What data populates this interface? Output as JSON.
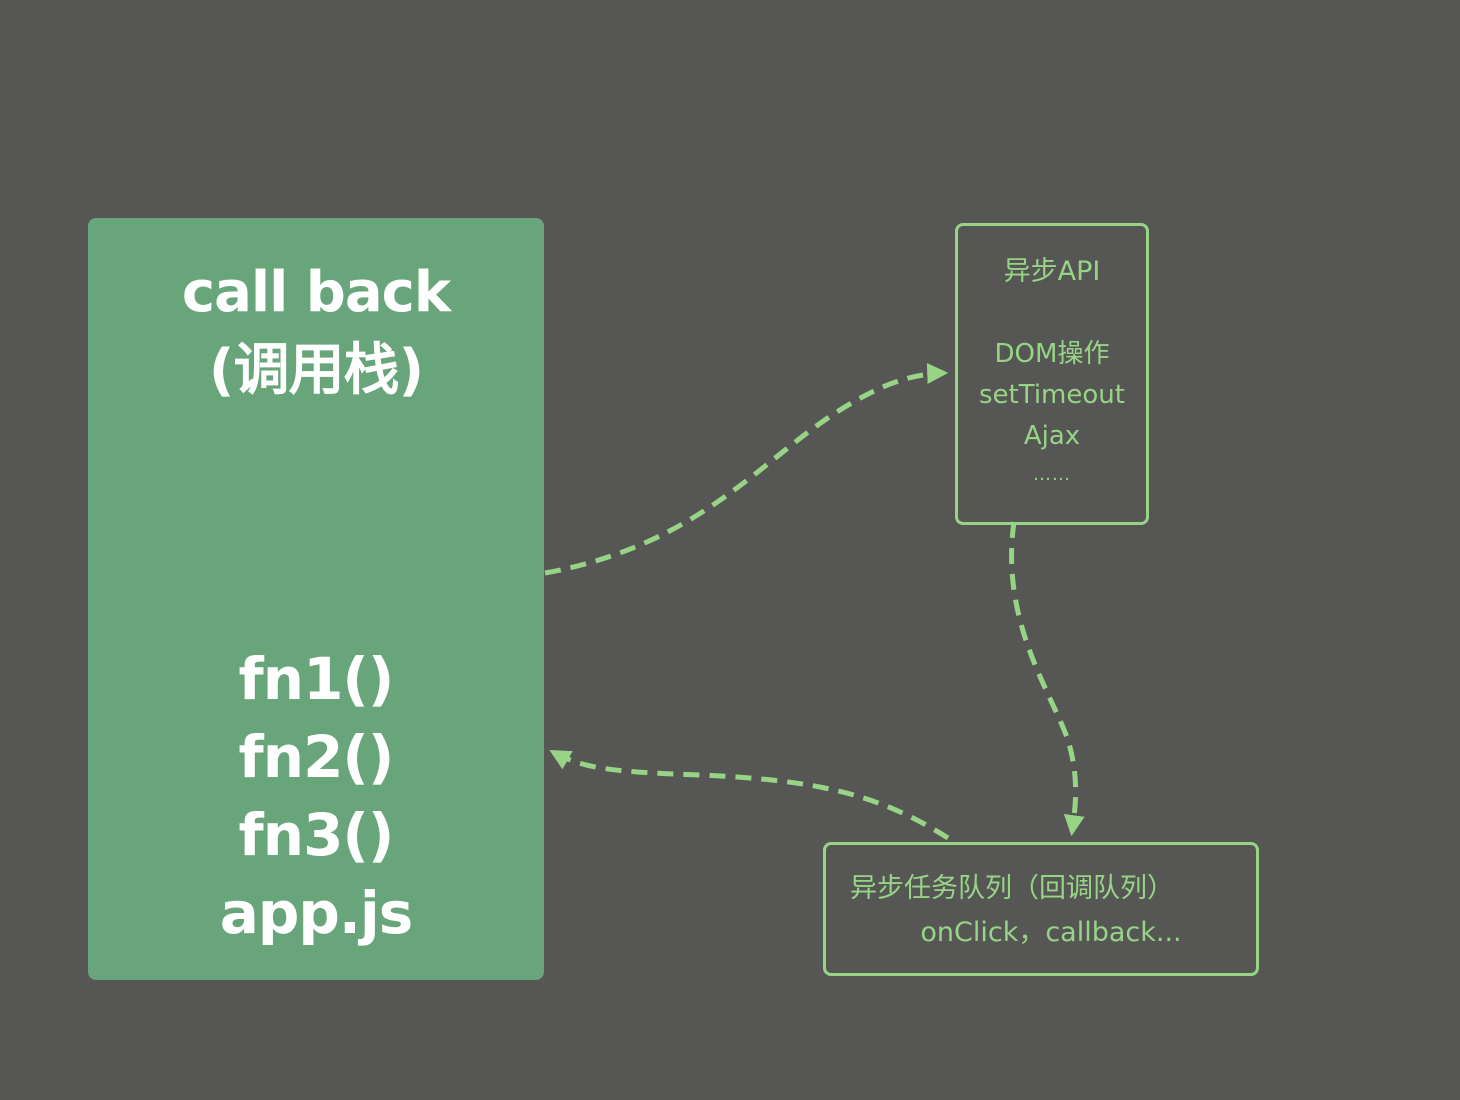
{
  "call_stack": {
    "title_line1": "call back",
    "title_line2": "(调用栈)",
    "frames": [
      "fn1()",
      "fn2()",
      "fn3()",
      "app.js"
    ]
  },
  "async_api": {
    "title": "异步API",
    "items": [
      "DOM操作",
      "setTimeout",
      "Ajax",
      "……"
    ]
  },
  "task_queue": {
    "title": "异步任务队列（回调队列）",
    "items": "onClick，callback..."
  },
  "colors": {
    "background": "#565755",
    "stack_fill": "#69a57b",
    "accent": "#97d486",
    "stack_text": "#ffffff"
  }
}
